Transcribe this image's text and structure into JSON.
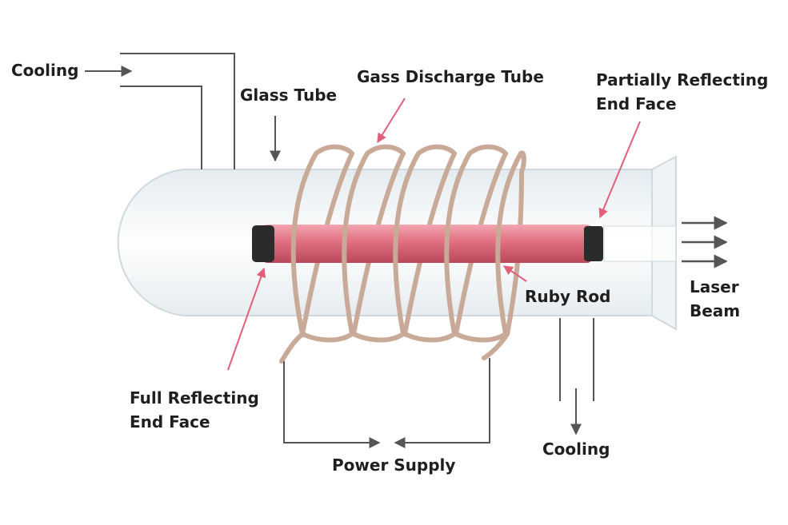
{
  "diagram": {
    "labels": {
      "cooling_in": "Cooling",
      "glass_tube": "Glass Tube",
      "discharge_tube": "Gass Discharge Tube",
      "partial_reflect_line1": "Partially Reflecting",
      "partial_reflect_line2": "End Face",
      "laser_beam_line1": "Laser",
      "laser_beam_line2": "Beam",
      "ruby_rod": "Ruby Rod",
      "full_reflect_line1": "Full Reflecting",
      "full_reflect_line2": "End Face",
      "power_supply": "Power Supply",
      "cooling_out": "Cooling"
    },
    "colors": {
      "ruby": "#e0707f",
      "coil": "#c9aa98",
      "pointer": "#e0607a",
      "line": "#555555",
      "glass": "#d6e0e6"
    }
  }
}
